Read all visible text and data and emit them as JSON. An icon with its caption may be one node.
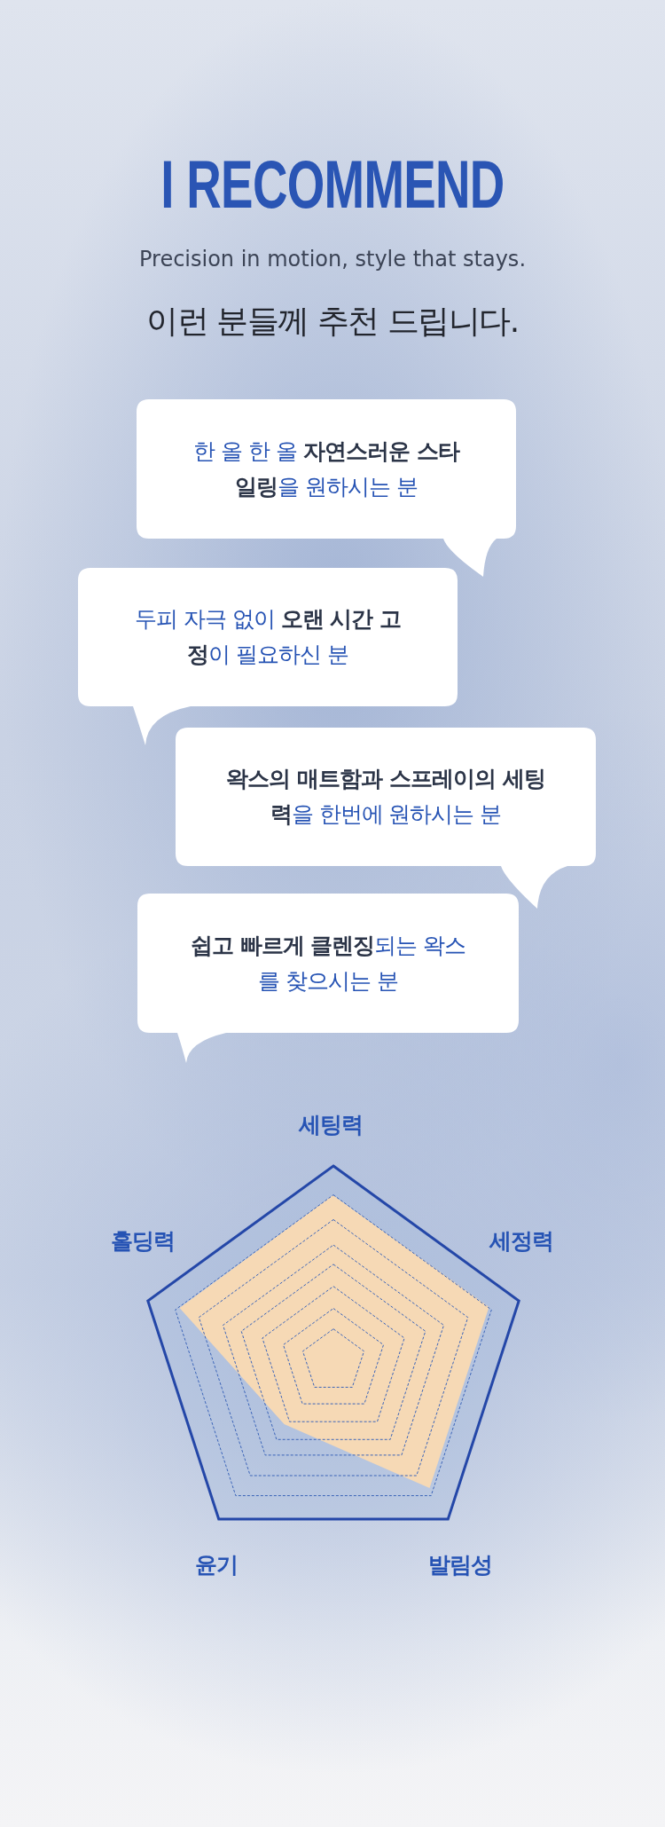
{
  "diagram": {
    "title": "I RECOMMEND",
    "nodes": [
      {
        "text": [
          "한 올 한 올 **자연스러운 스타일링**을 원하시는 분"
        ]
      },
      {
        "text": [
          "두피 자극 없이 **오랜 시간 고정**이 필요하신 분"
        ]
      },
      {
        "text": [
          "**왁스의 매트함과 스프레이의 세팅력**을 한번에 원하시는 분"
        ]
      },
      {
        "text": [
          "**쉽고 빠르게 클렌징**되는 왁스를 찾으시는 분"
        ]
      }
    ],
    "labels": [
      "Precision in motion, style that stays.",
      "이런 분들께 추천 드립니다.",
      "세팅력",
      "홀딩력",
      "세정력",
      "윤기",
      "발림성"
    ]
  }
}
